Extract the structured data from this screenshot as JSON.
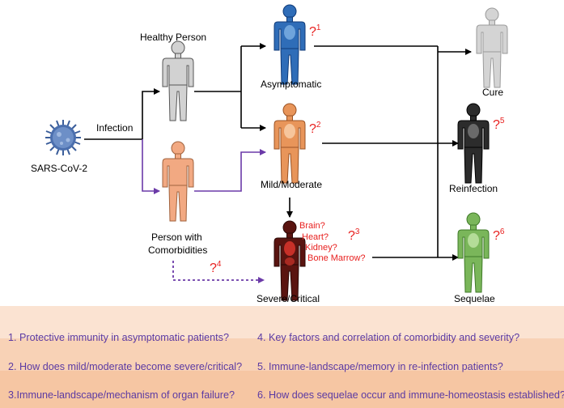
{
  "labels": {
    "virus": "SARS-CoV-2",
    "infection": "Infection",
    "healthy": "Healthy Person",
    "comorb_line1": "Person with",
    "comorb_line2": "Comorbidities",
    "asymptomatic": "Asymptomatic",
    "mild": "Mild/Moderate",
    "severe": "Severe/Critical",
    "cure": "Cure",
    "reinfection": "Reinfection",
    "sequelae": "Sequelae"
  },
  "question_marks": [
    {
      "mark": "?",
      "num": "1"
    },
    {
      "mark": "?",
      "num": "2"
    },
    {
      "mark": "?",
      "num": "3"
    },
    {
      "mark": "?",
      "num": "4"
    },
    {
      "mark": "?",
      "num": "5"
    },
    {
      "mark": "?",
      "num": "6"
    }
  ],
  "organs": [
    "Brain?",
    "Heart?",
    "Kidney?",
    "Bone Marrow?"
  ],
  "questions": [
    "1. Protective immunity in asymptomatic patients?",
    "2. How does mild/moderate become severe/critical?",
    "3.Immune-landscape/mechanism of organ failure?",
    "4. Key factors and correlation of comorbidity and severity?",
    "5. Immune-landscape/memory in re-infection patients?",
    "6. How does sequelae occur and immune-homeostasis established?"
  ],
  "colors": {
    "healthy": "#cfcfcf",
    "comorbid": "#f2a982",
    "asymptomatic": "#2f6db8",
    "mild": "#e8955a",
    "severe": "#5a1410",
    "cure": "#d0d0d0",
    "reinfection": "#2c2c2c",
    "sequelae": "#7ab65a",
    "arrow_black": "#000000",
    "arrow_purple": "#6b3aa8",
    "question_red": "#e8201f",
    "question_text": "#5b3aa3"
  },
  "icons": {
    "virus": "coronavirus-icon",
    "body": "human-body-icon"
  }
}
